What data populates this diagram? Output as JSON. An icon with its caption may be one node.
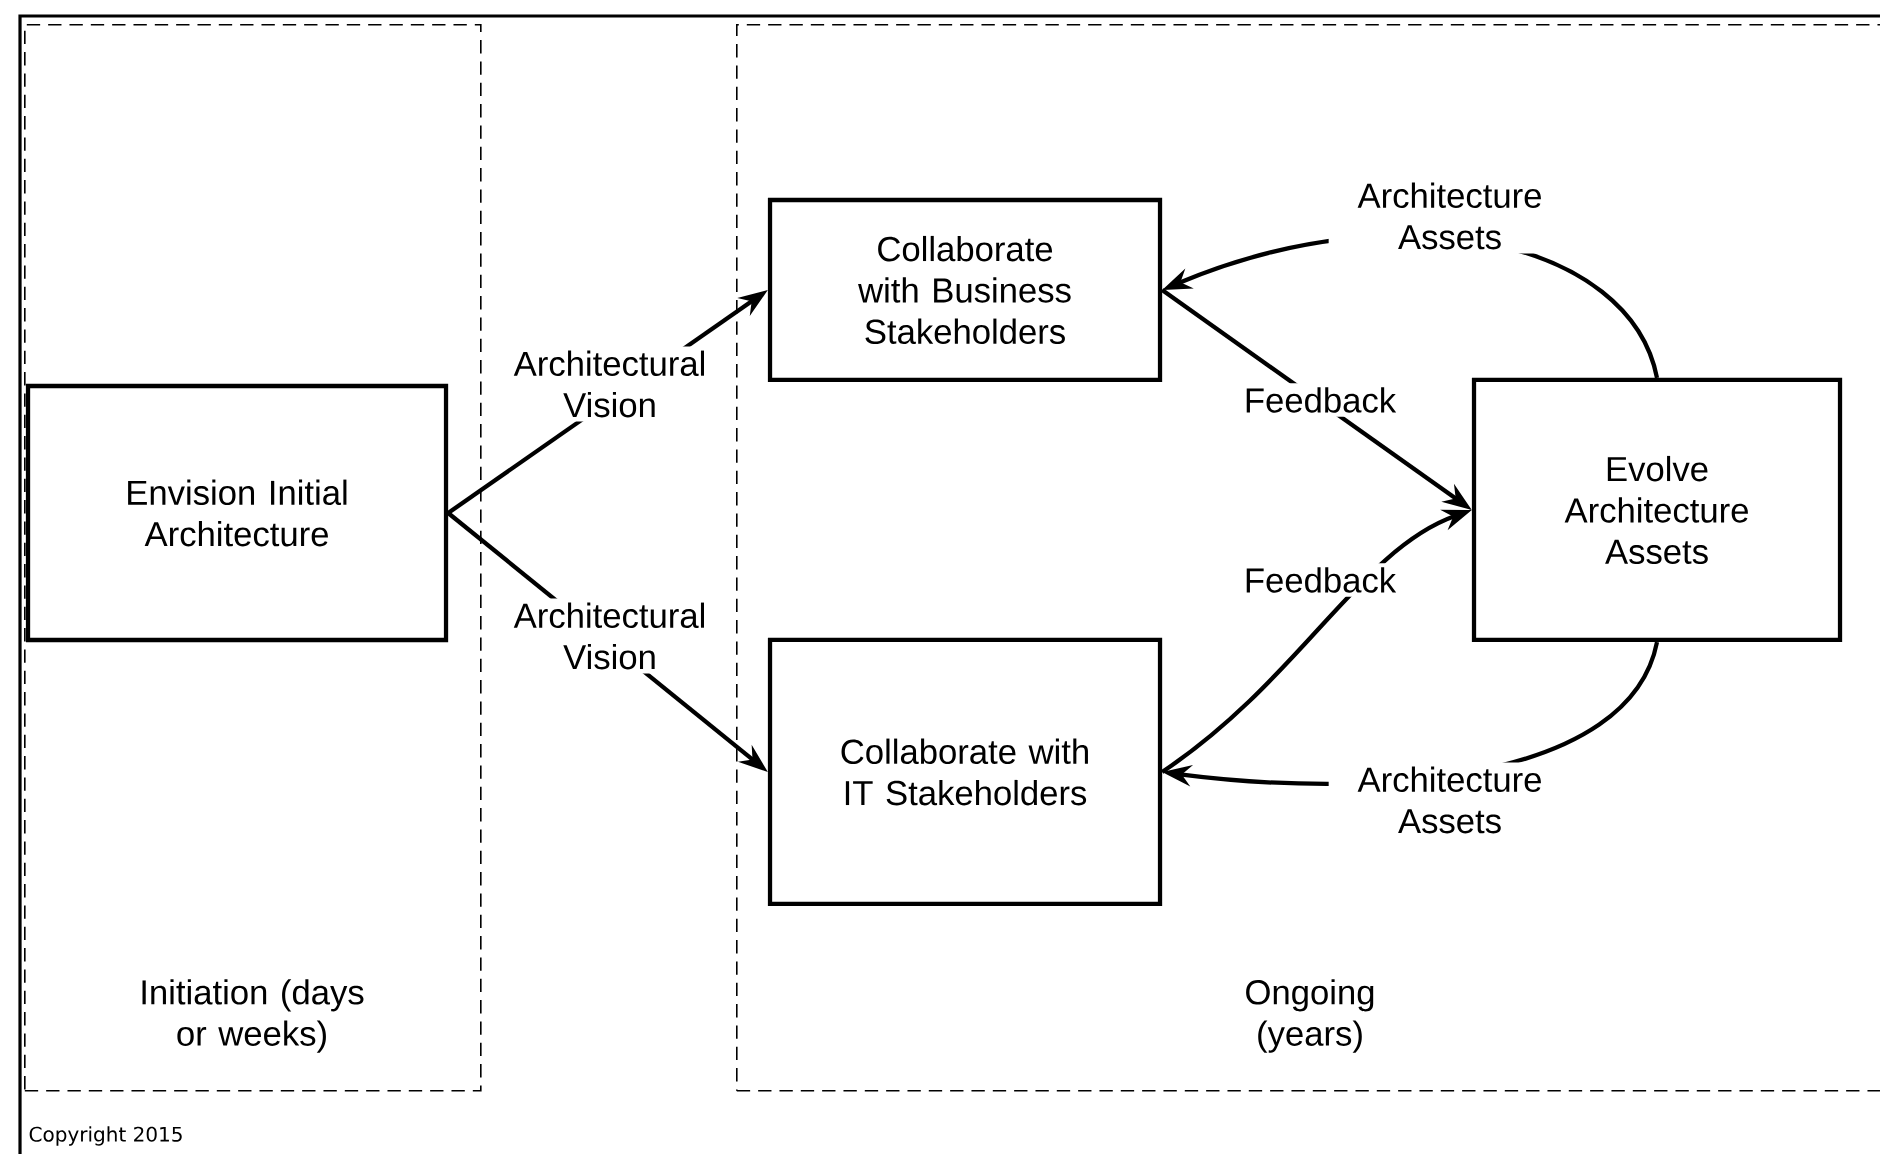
{
  "diagram": {
    "nodes": [
      {
        "text": [
          "Initiation (days or weeks)"
        ]
      },
      {
        "text": [
          "Envision Initial Architecture"
        ],
        "in": 0
      },
      {
        "text": [
          "Ongoing (years)"
        ]
      },
      {
        "text": [
          "Collaborate with Business Stakeholders"
        ],
        "in": 2
      },
      {
        "text": [
          "Evolve Architecture Assets"
        ],
        "in": 2
      },
      {
        "text": [
          "Collaborate with IT Stakeholders"
        ],
        "in": 2
      }
    ],
    "edges": [
      {
        "from": 1,
        "to": 3,
        "arrow": "to",
        "label": "Architectural Vision"
      },
      {
        "from": 1,
        "to": 5,
        "arrow": "to",
        "label": "Architectural Vision"
      },
      {
        "from": 3,
        "to": 4,
        "arrow": "to",
        "label": "Feedback"
      },
      {
        "from": 5,
        "to": 4,
        "arrow": "to",
        "label": "Feedback"
      },
      {
        "from": 4,
        "to": 3,
        "arrow": "to",
        "label": "Architecture Assets"
      },
      {
        "from": 4,
        "to": 5,
        "arrow": "to",
        "label": "Architecture Assets"
      }
    ],
    "labels": [
      "Copyright 2015"
    ]
  }
}
